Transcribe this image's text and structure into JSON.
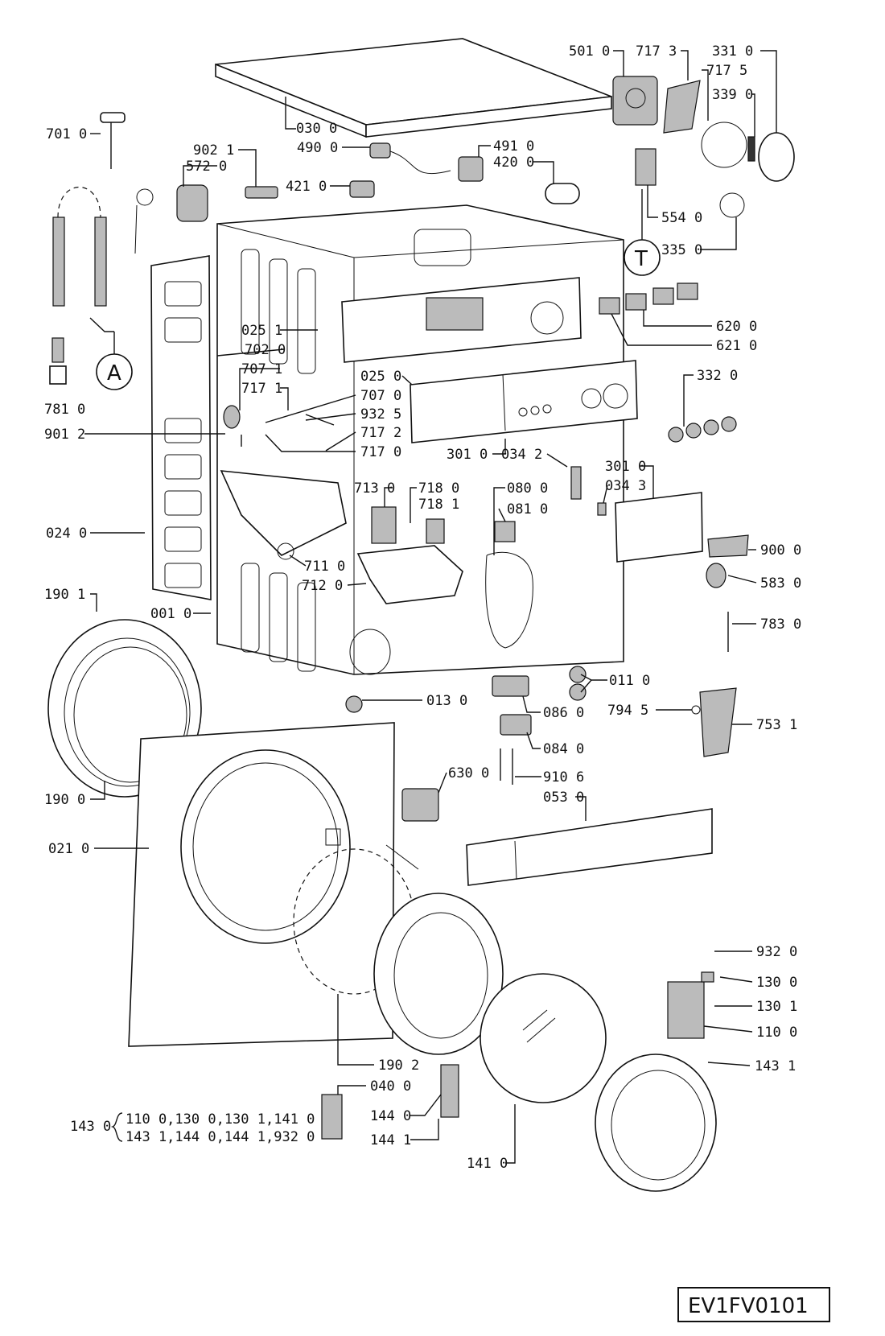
{
  "diagram_code": "EV1FV0101",
  "markers": {
    "A": "A",
    "T": "T"
  },
  "labels": {
    "p030_0": "030 0",
    "p701_0": "701 0",
    "p902_1": "902 1",
    "p572_0": "572 0",
    "p490_0": "490 0",
    "p421_0": "421 0",
    "p491_0": "491 0",
    "p420_0": "420 0",
    "p501_0": "501 0",
    "p717_3": "717 3",
    "p331_0": "331 0",
    "p717_5": "717 5",
    "p339_0": "339 0",
    "p554_0": "554 0",
    "p335_0": "335 0",
    "p620_0": "620 0",
    "p621_0": "621 0",
    "p332_0": "332 0",
    "p025_1": "025 1",
    "p702_0": "702 0",
    "p707_1": "707 1",
    "p717_1": "717 1",
    "p707_0": "707 0",
    "p932_5": "932 5",
    "p717_2": "717 2",
    "p717_0": "717 0",
    "p901_2": "901 2",
    "p781_0": "781 0",
    "p025_0": "025 0",
    "p301_0a": "301 0",
    "p034_2": "034 2",
    "p301_0b": "301 0",
    "p034_3": "034 3",
    "p713_0": "713 0",
    "p718_0": "718 0",
    "p718_1": "718 1",
    "p080_0": "080 0",
    "p081_0": "081 0",
    "p900_0": "900 0",
    "p583_0": "583 0",
    "p783_0": "783 0",
    "p024_0": "024 0",
    "p711_0": "711 0",
    "p712_0": "712 0",
    "p001_0": "001 0",
    "p190_1": "190 1",
    "p011_0": "011 0",
    "p013_0": "013 0",
    "p086_0": "086 0",
    "p794_5": "794 5",
    "p753_1": "753 1",
    "p084_0": "084 0",
    "p630_0": "630 0",
    "p910_6": "910 6",
    "p053_0": "053 0",
    "p190_0": "190 0",
    "p021_0": "021 0",
    "p932_0": "932 0",
    "p130_0": "130 0",
    "p130_1": "130 1",
    "p110_0": "110 0",
    "p143_1": "143 1",
    "p190_2": "190 2",
    "p040_0": "040 0",
    "p144_0": "144 0",
    "p144_1": "144 1",
    "p141_0": "141 0"
  },
  "kit": {
    "label": "143 0",
    "line1": "110 0,130 0,130 1,141 0",
    "line2": "143 1,144 0,144 1,932 0"
  }
}
